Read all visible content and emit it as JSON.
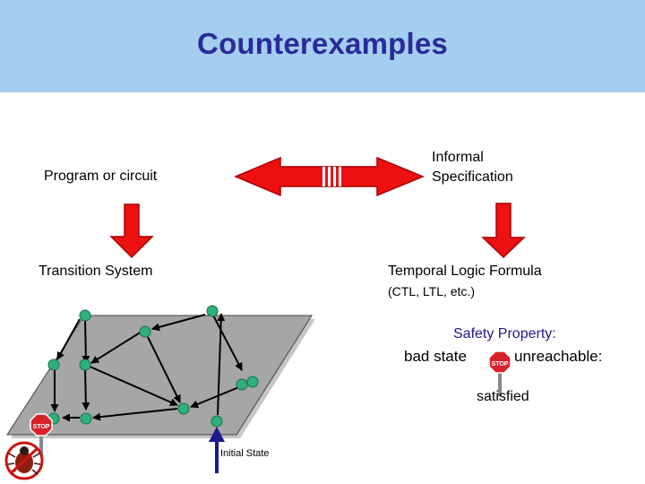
{
  "slide": {
    "title": "Counterexamples",
    "left_top_label": "Program or circuit",
    "right_top_label_line1": "Informal",
    "right_top_label_line2": "Specification",
    "left_mid_label": "Transition System",
    "right_mid_label": "Temporal Logic Formula",
    "right_mid_sublabel": "(CTL, LTL, etc.)",
    "safety_title": "Safety Property:",
    "safety_text_left": "bad state",
    "safety_text_right": "unreachable:",
    "safety_result": "satisfied",
    "initial_state_label": "Initial State",
    "stop_sign_text": "STOP"
  },
  "colors": {
    "title_bar": "#a4cdef",
    "title_text": "#2a2a9a",
    "arrow_red": "#ee1111",
    "plane_fill": "#a6a6a6",
    "node_green": "#2fb07a",
    "initial_arrow": "#1a1a8a"
  },
  "icons": [
    "stop-sign-icon",
    "bug-icon",
    "red-arrow-icon"
  ]
}
